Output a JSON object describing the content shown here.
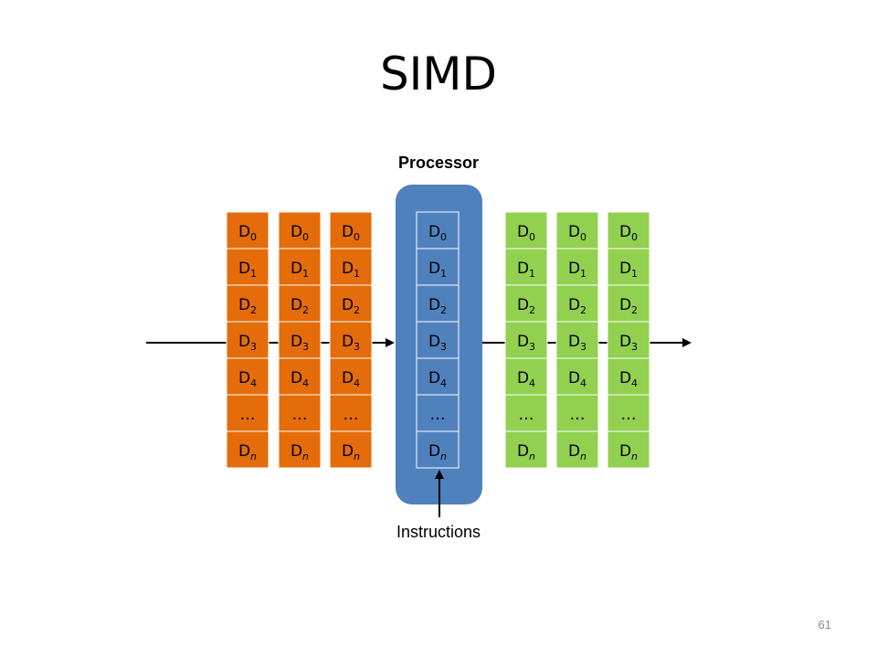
{
  "title": "SIMD",
  "processor_label": "Processor",
  "instructions_label": "Instructions",
  "page_number": "61",
  "colors": {
    "input_stream": "#e46c0a",
    "processor": "#4f81bd",
    "output_stream": "#92d050",
    "cell_border": "#ffffff",
    "arrow": "#000000"
  },
  "cell_labels": [
    {
      "base": "D",
      "sub": "0"
    },
    {
      "base": "D",
      "sub": "1"
    },
    {
      "base": "D",
      "sub": "2"
    },
    {
      "base": "D",
      "sub": "3"
    },
    {
      "base": "D",
      "sub": "4"
    },
    {
      "base": "…",
      "sub": ""
    },
    {
      "base": "D",
      "sub": "n"
    }
  ],
  "columns": [
    {
      "group": "input"
    },
    {
      "group": "input"
    },
    {
      "group": "input"
    },
    {
      "group": "processor"
    },
    {
      "group": "output"
    },
    {
      "group": "output"
    },
    {
      "group": "output"
    }
  ]
}
